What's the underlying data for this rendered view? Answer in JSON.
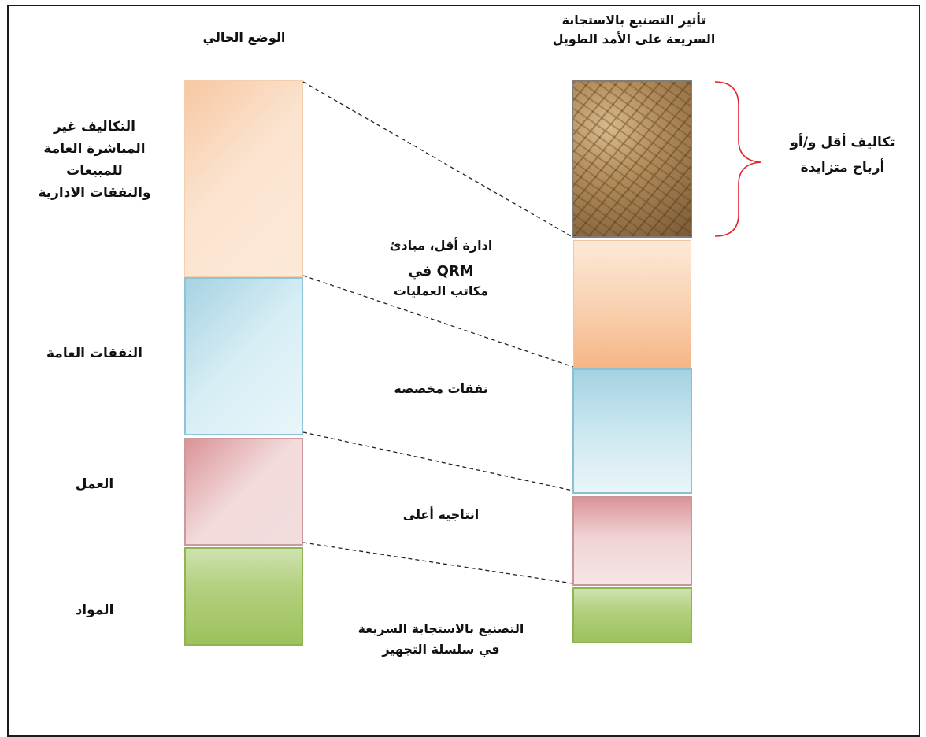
{
  "headings": {
    "current": "الوضع الحالي",
    "long_term_line1": "تأثير التصنيع بالاستجابة",
    "long_term_line2": "السريعة على الأمد الطويل"
  },
  "left_labels": {
    "overhead_line1": "التكاليف غير",
    "overhead_line2": "المباشرة العامة",
    "overhead_line3": "للمبيعات",
    "overhead_line4": "والنفقات الادارية",
    "general_expenses": "النفقات العامة",
    "labor": "العمل",
    "materials": "المواد"
  },
  "middle_labels": {
    "qrm_line1": "ادارة أقل، مبادئ",
    "qrm_line2": "QRM في",
    "qrm_line3": "مكاتب العمليات",
    "allocated": "نفقات مخصصة",
    "productivity": "انتاجية أعلى",
    "supply_line1": "التصنيع بالاستجابة السريعة",
    "supply_line2": "في سلسلة التجهيز"
  },
  "right_labels": {
    "savings_line1": "تكاليف أقل و/أو",
    "savings_line2": "أرباح متزايدة"
  },
  "colors": {
    "materials": "#9dc15c",
    "labor": "#d99498",
    "general_expenses": "#a6d3e3",
    "overhead": "#f7c8a3",
    "savings": "#b08a58",
    "brace": "#e0242b",
    "dashes": "#222222"
  }
}
